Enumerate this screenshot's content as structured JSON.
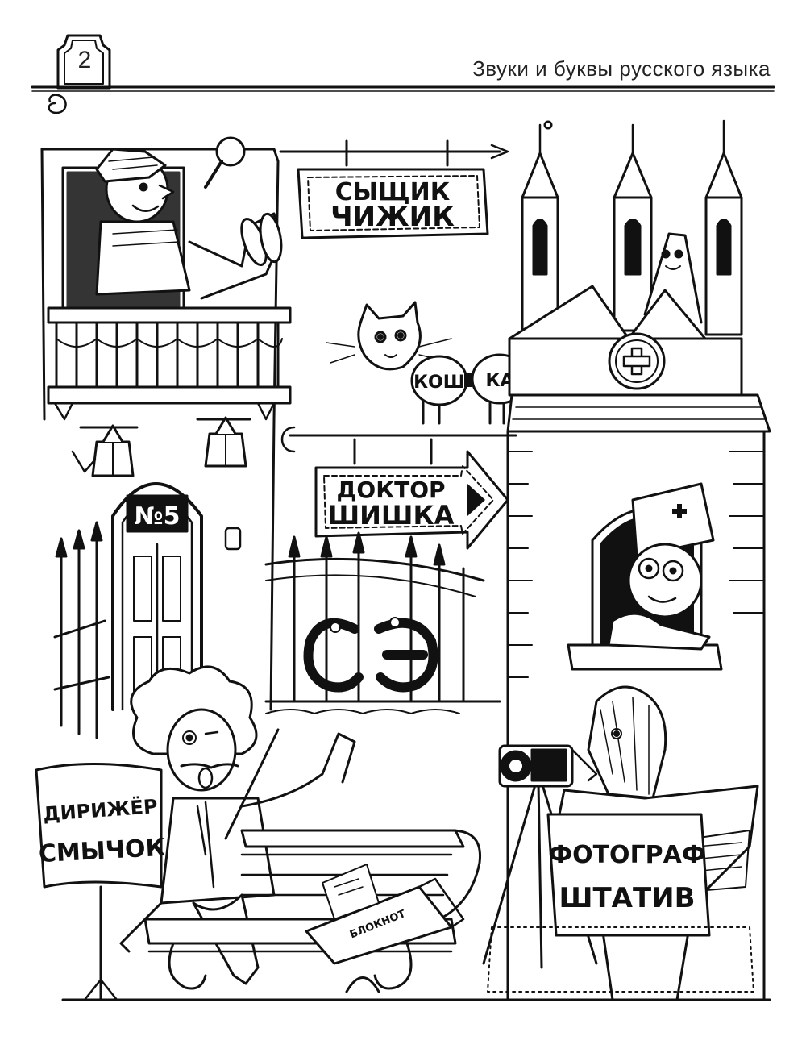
{
  "header": {
    "page_number": "2",
    "title": "Звуки и буквы русского языка"
  },
  "signs": {
    "detective_line1": "СЫЩИК",
    "detective_line2": "ЧИЖИК",
    "cat_syllable1": "КОШ",
    "cat_syllable2": "КА",
    "doctor_line1": "ДОКТОР",
    "doctor_line2": "ШИШКА",
    "door_number": "№5",
    "conductor_line1": "ДИРИЖЁР",
    "conductor_line2": "СМЫЧОК",
    "photographer_line1": "ФОТОГРАФ",
    "photographer_line2": "ШТАТИВ",
    "notebook_label": "БЛОКНОТ"
  },
  "colors": {
    "ink": "#111111",
    "paper": "#ffffff"
  }
}
